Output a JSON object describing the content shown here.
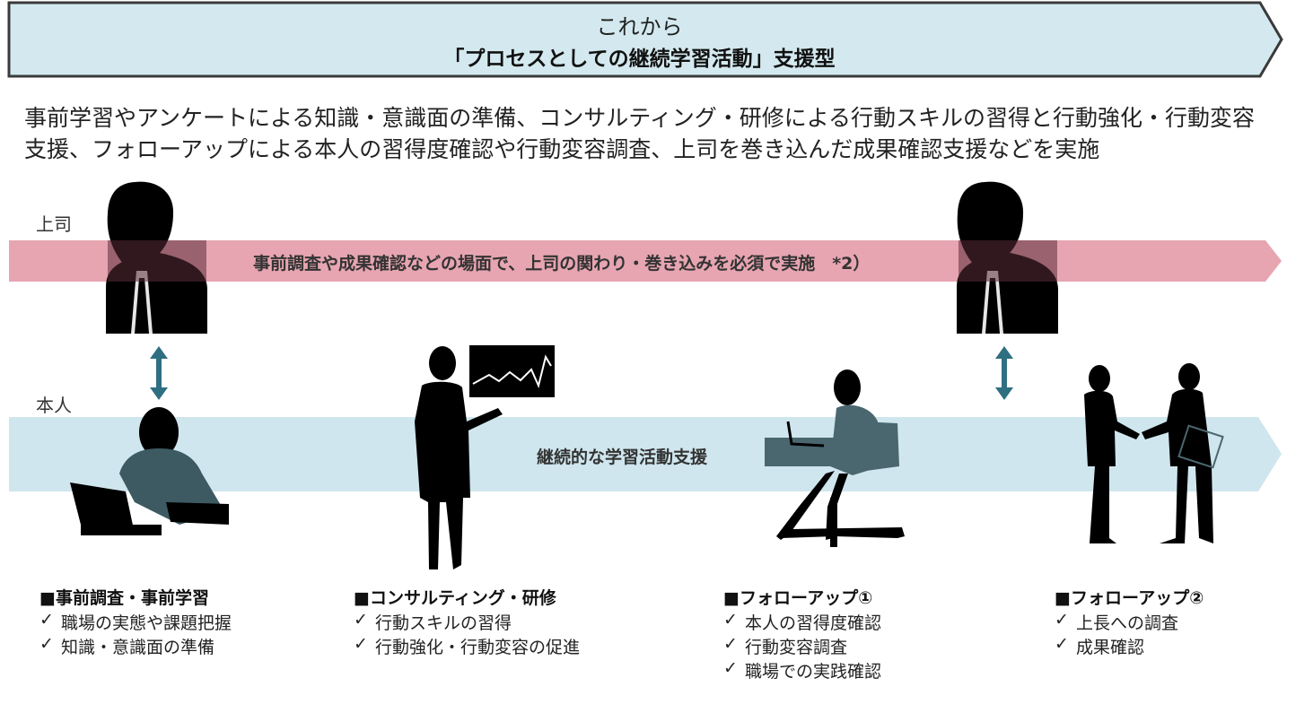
{
  "header": {
    "line1": "これから",
    "line2": "「プロセスとしての継続学習活動」支援型"
  },
  "description": {
    "line1": "事前学習やアンケートによる知識・意識面の準備、コンサルティング・研修による行動スキルの習得と行動強化・行動変容",
    "line2": "支援、フォローアップによる本人の習得度確認や行動変容調査、上司を巻き込んだ成果確認支援などを実施"
  },
  "lanes": {
    "boss_label": "上司",
    "self_label": "本人",
    "boss_band_text": "事前調査や成果確認などの場面で、上司の関わり・巻き込みを必須で実施　*2）",
    "self_band_text": "継続的な学習活動支援"
  },
  "steps": [
    {
      "title": "■事前調査・事前学習",
      "items": [
        "職場の実態や課題把握",
        "知識・意識面の準備"
      ]
    },
    {
      "title": "■コンサルティング・研修",
      "items": [
        "行動スキルの習得",
        "行動強化・行動変容の促進"
      ]
    },
    {
      "title": "■フォローアップ①",
      "items": [
        "本人の習得度確認",
        "行動変容調査",
        "職場での実践確認"
      ]
    },
    {
      "title": "■フォローアップ②",
      "items": [
        "上長への調査",
        "成果確認"
      ]
    }
  ],
  "check_mark": "✓",
  "colors": {
    "header_fill": "#d3e9ef",
    "boss_band": "#e7a5b1",
    "self_band": "#cfe6ee",
    "arrow": "#2f6f82",
    "silhouette": "#000000",
    "silhouette_on_band": "#4a666f"
  }
}
